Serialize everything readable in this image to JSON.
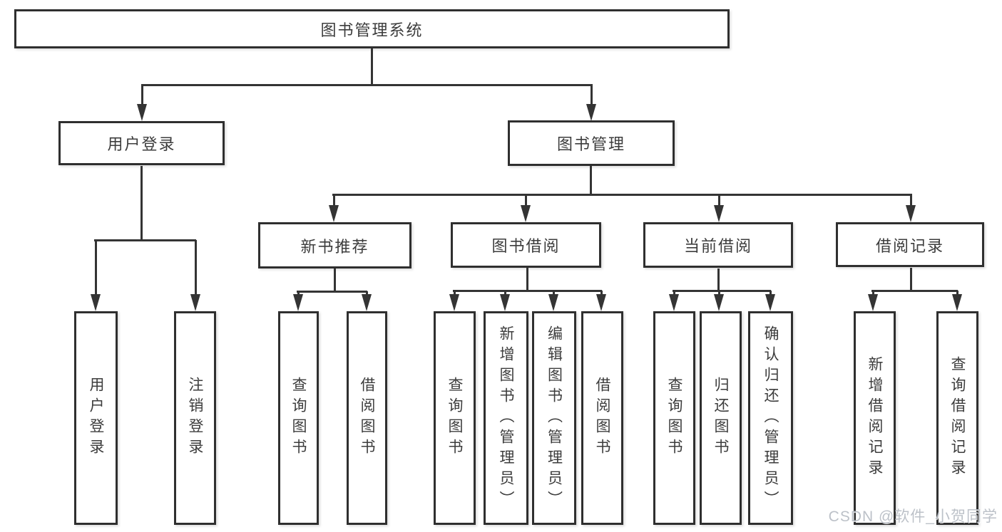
{
  "colors": {
    "line": "#343434",
    "box_border": "#2f2f2f",
    "text": "#3c3c3c",
    "watermark": "#b9bec6",
    "background": "#ffffff"
  },
  "watermark": {
    "text": "CSDN @软件_小贺同学"
  },
  "tree": {
    "label": "图书管理系统",
    "children": [
      {
        "label": "用户登录",
        "children": [
          {
            "label": "用户登录"
          },
          {
            "label": "注销登录"
          }
        ]
      },
      {
        "label": "图书管理",
        "children": [
          {
            "label": "新书推荐",
            "children": [
              {
                "label": "查询图书"
              },
              {
                "label": "借阅图书"
              }
            ]
          },
          {
            "label": "图书借阅",
            "children": [
              {
                "label": "查询图书"
              },
              {
                "label": "新增图书（管理员）"
              },
              {
                "label": "编辑图书（管理员）"
              },
              {
                "label": "借阅图书"
              }
            ]
          },
          {
            "label": "当前借阅",
            "children": [
              {
                "label": "查询图书"
              },
              {
                "label": "归还图书"
              },
              {
                "label": "确认归还（管理员）"
              }
            ]
          },
          {
            "label": "借阅记录",
            "children": [
              {
                "label": "新增借阅记录"
              },
              {
                "label": "查询借阅记录"
              }
            ]
          }
        ]
      }
    ]
  }
}
